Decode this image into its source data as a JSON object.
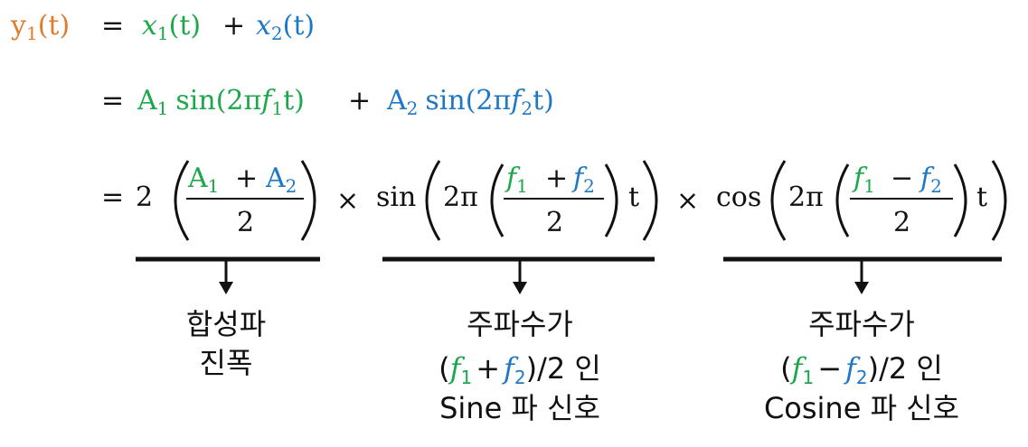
{
  "colors": {
    "orange": "#E07B2E",
    "green": "#1BA84A",
    "blue": "#1F78C4",
    "black": "#111111"
  },
  "equation": {
    "line1": {
      "lhs": "y",
      "lhs_sub": "1",
      "lhs_arg": "(t)",
      "eq": "=",
      "x1": "x",
      "x1_sub": "1",
      "x1_arg": "(t)",
      "plus": "+",
      "x2": "x",
      "x2_sub": "2",
      "x2_arg": "(t)"
    },
    "line2": {
      "eq": "=",
      "A1": "A",
      "A1_sub": "1",
      "sin1": "sin(2π",
      "f1": "f",
      "f1_sub": "1",
      "t1": "t)",
      "plus": "+",
      "A2": "A",
      "A2_sub": "2",
      "sin2": "sin(2π",
      "f2": "f",
      "f2_sub": "2",
      "t2": "t)"
    },
    "line3": {
      "eq": "=",
      "two": "2",
      "A1": "A",
      "A1_sub": "1",
      "plus": "+",
      "A2": "A",
      "A2_sub": "2",
      "den1": "2",
      "times1": "×",
      "sin": "sin",
      "twopi1": "2π",
      "f1a": "f",
      "f1a_sub": "1",
      "plus2": "+",
      "f2a": "f",
      "f2a_sub": "2",
      "den2": "2",
      "t_a": "t",
      "times2": "×",
      "cos": "cos",
      "twopi2": "2π",
      "f1b": "f",
      "f1b_sub": "1",
      "minus": "−",
      "f2b": "f",
      "f2b_sub": "2",
      "den3": "2",
      "t_b": "t"
    }
  },
  "annotations": {
    "amp": {
      "line1": "합성파",
      "line2": "진폭"
    },
    "sine": {
      "line1": "주파수가",
      "open": "(",
      "f1": "f",
      "f1_sub": "1",
      "plus": "+",
      "f2": "f",
      "f2_sub": "2",
      "close": ")/2 인",
      "line3": "Sine 파 신호"
    },
    "cosine": {
      "line1": "주파수가",
      "open": "(",
      "f1": "f",
      "f1_sub": "1",
      "minus": "−",
      "f2": "f",
      "f2_sub": "2",
      "close": ")/2 인",
      "line3": "Cosine 파 신호"
    }
  }
}
